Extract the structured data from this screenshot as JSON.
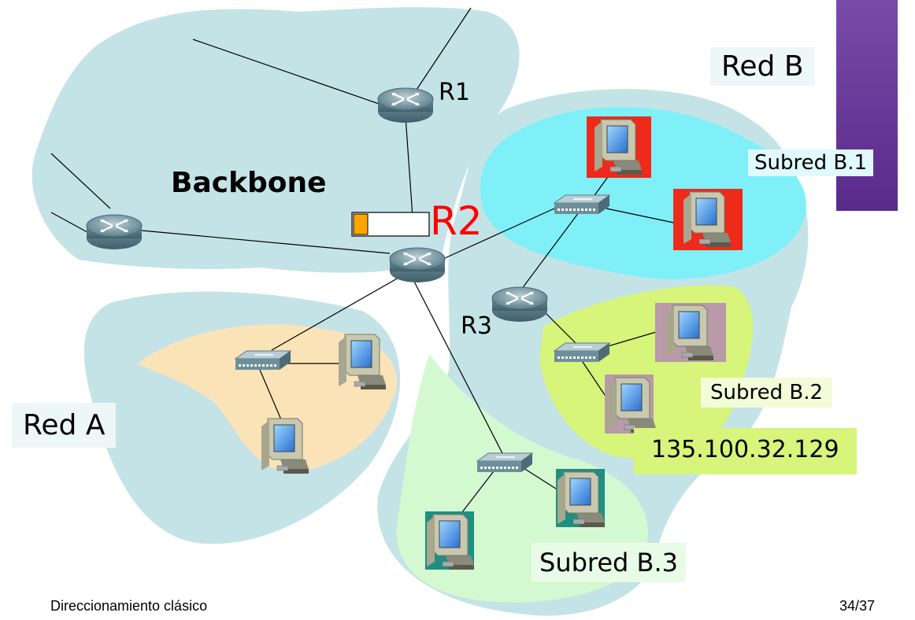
{
  "routers": {
    "r1": "R1",
    "r2": "R2",
    "r3": "R3"
  },
  "networks": {
    "backbone": "Backbone",
    "red_a": "Red A",
    "red_b": "Red B",
    "subred_b1": "Subred B.1",
    "subred_b2": "Subred B.2",
    "subred_b3": "Subred B.3"
  },
  "address": "135.100.32.129",
  "footer": {
    "title": "Direccionamiento clásico",
    "page": "34/37"
  },
  "colors": {
    "cloud_blue": "#c4e3e7",
    "subnet_b1": "#7ff0f8",
    "subnet_b2": "#d6f57a",
    "subnet_b3": "#d4f8d0",
    "red_a_inner": "#fbe3b8",
    "r2_label": "#ff0000",
    "accent_bar": "#6a3a9a",
    "interface_orange": "#ffa500"
  }
}
